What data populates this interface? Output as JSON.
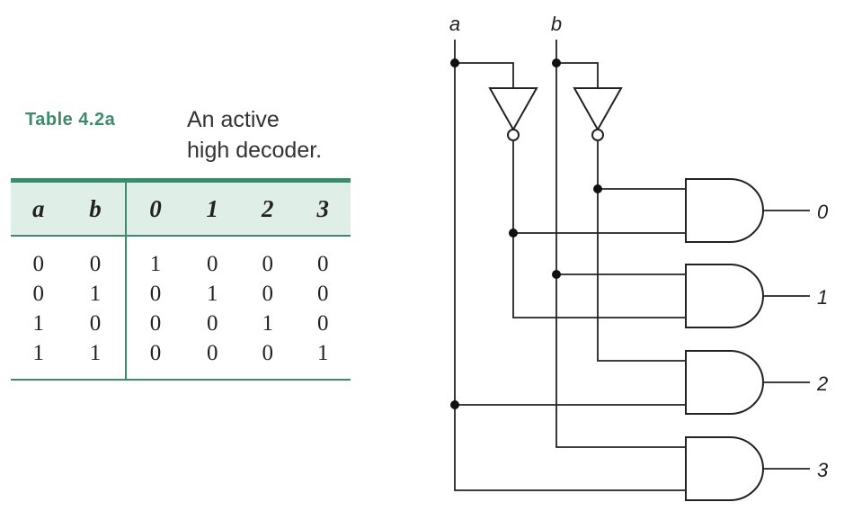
{
  "table": {
    "label": "Table 4.2a",
    "caption_line1": "An active",
    "caption_line2": "high decoder.",
    "headers": [
      "a",
      "b",
      "0",
      "1",
      "2",
      "3"
    ],
    "rows": [
      [
        "0",
        "0",
        "1",
        "0",
        "0",
        "0"
      ],
      [
        "0",
        "1",
        "0",
        "1",
        "0",
        "0"
      ],
      [
        "1",
        "0",
        "0",
        "0",
        "1",
        "0"
      ],
      [
        "1",
        "1",
        "0",
        "0",
        "0",
        "1"
      ]
    ]
  },
  "circuit": {
    "inputs": [
      "a",
      "b"
    ],
    "outputs": [
      "0",
      "1",
      "2",
      "3"
    ]
  }
}
